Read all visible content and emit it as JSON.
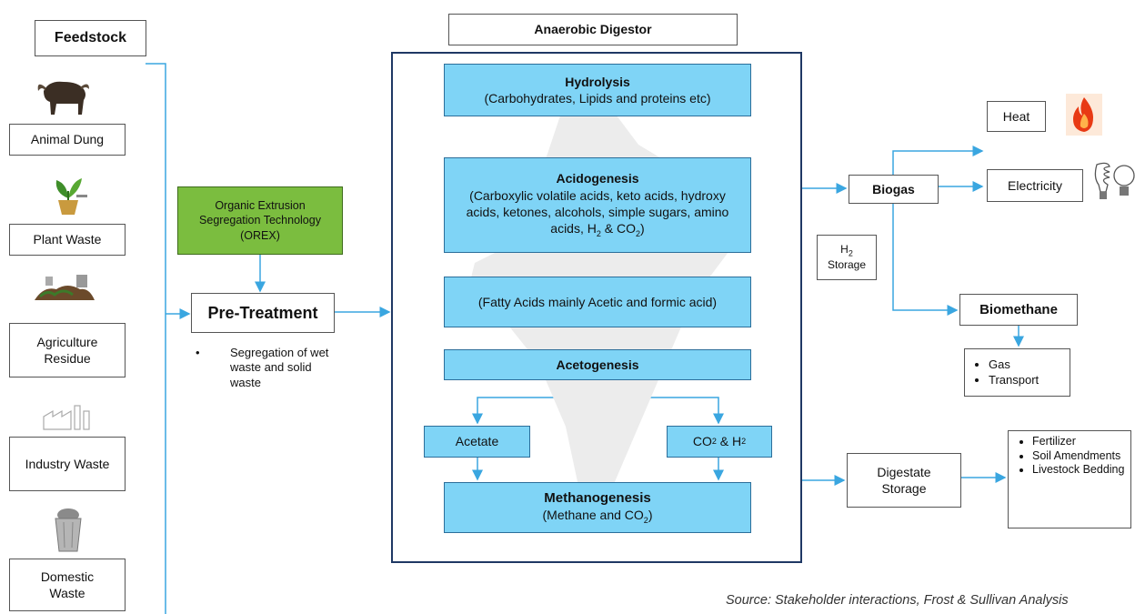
{
  "feedstock": {
    "title": "Feedstock",
    "items": [
      {
        "label": "Animal Dung",
        "icon": "buffalo-icon"
      },
      {
        "label": "Plant Waste",
        "icon": "potted-plant-icon"
      },
      {
        "label": "Agriculture Residue",
        "icon": "farm-residue-icon"
      },
      {
        "label": "Industry Waste",
        "icon": "factory-icon"
      },
      {
        "label": "Domestic Waste",
        "icon": "trash-bin-icon"
      }
    ]
  },
  "orex": {
    "label": "Organic Extrusion Segregation Technology (OREX)"
  },
  "pretreatment": {
    "title": "Pre-Treatment",
    "bullet": "Segregation of wet waste and solid waste"
  },
  "digestor": {
    "title": "Anaerobic Digestor",
    "hydrolysis": {
      "title": "Hydrolysis",
      "detail": "(Carbohydrates, Lipids and proteins etc)"
    },
    "acidogenesis": {
      "title": "Acidogenesis",
      "detail": "(Carboxylic volatile acids, keto acids, hydroxy acids, ketones, alcohols, simple sugars, amino acids,",
      "detail_h": "H",
      "detail_sub": "2",
      "detail_end": "& CO",
      "detail_sub2": "2",
      "detail_close": ")"
    },
    "fatty_acids": {
      "label": "(Fatty Acids mainly Acetic and formic acid)"
    },
    "acetogenesis": {
      "title": "Acetogenesis"
    },
    "acetate": {
      "label": "Acetate"
    },
    "co2h2": {
      "a": "CO",
      "a_sub": "2",
      "mid": "& H",
      "b_sub": "2"
    },
    "methanogenesis": {
      "title": "Methanogenesis",
      "detail": "(Methane and CO",
      "detail_sub": "2",
      "detail_close": ")"
    }
  },
  "outputs": {
    "biogas": "Biogas",
    "heat": "Heat",
    "electricity": "Electricity",
    "h2_storage": {
      "h": "H",
      "sub": "2",
      "label": "Storage"
    },
    "biomethane": "Biomethane",
    "biomethane_uses": [
      "Gas",
      "Transport"
    ],
    "digestate": "Digestate Storage",
    "digestate_uses": [
      "Fertilizer",
      "Soil Amendments",
      "Livestock Bedding"
    ]
  },
  "source": "Source: Stakeholder interactions, Frost & Sullivan Analysis",
  "colors": {
    "process_fill": "#7fd4f6",
    "orex_fill": "#7bbd3f",
    "arrow": "#3aa6e0",
    "frame": "#1f3864"
  }
}
